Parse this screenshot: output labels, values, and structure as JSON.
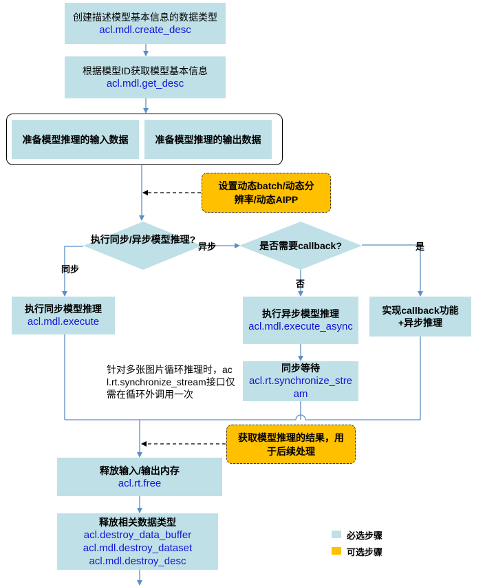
{
  "nodes": {
    "create_desc": {
      "text": "创建描述模型基本信息的数据类型",
      "code": "acl.mdl.create_desc"
    },
    "get_desc": {
      "text": "根据模型ID获取模型基本信息",
      "code": "acl.mdl.get_desc"
    },
    "prepare_input": {
      "text": "准备模型推理的输入数据"
    },
    "prepare_output": {
      "text": "准备模型推理的输出数据"
    },
    "dynamic_opt": {
      "text": "设置动态batch/动态分辨率/动态AIPP"
    },
    "sync_async_decision": {
      "text": "执行同步/异步模型推理?"
    },
    "callback_decision": {
      "text": "是否需要callback?"
    },
    "sync_exec": {
      "text": "执行同步模型推理",
      "code": "acl.mdl.execute"
    },
    "async_exec": {
      "text": "执行异步模型推理",
      "code": "acl.mdl.execute_async"
    },
    "callback_impl": {
      "text": "实现callback功能+异步推理"
    },
    "sync_wait": {
      "text": "同步等待",
      "code": "acl.rt.synchronize_stream"
    },
    "get_result_opt": {
      "text": "获取模型推理的结果，用于后续处理"
    },
    "free_io": {
      "text": "释放输入/输出内存",
      "code": "acl.rt.free"
    },
    "destroy_types": {
      "text": "释放相关数据类型",
      "codes": [
        "acl.destroy_data_buffer",
        "acl.mdl.destroy_dataset",
        "acl.mdl.destroy_desc"
      ]
    }
  },
  "edge_labels": {
    "sync": "同步",
    "async": "异步",
    "no": "否",
    "yes": "是"
  },
  "note": "针对多张图片循环推理时，acl.rt.synchronize_stream接口仅需在循环外调用一次",
  "legend": [
    {
      "label": "必选步骤",
      "color": "#bfe0e7"
    },
    {
      "label": "可选步骤",
      "color": "#ffc000"
    }
  ],
  "colors": {
    "required": "#bfe0e7",
    "optional": "#ffc000",
    "arrow": "#5b8fc7",
    "code": "#1414d6"
  }
}
